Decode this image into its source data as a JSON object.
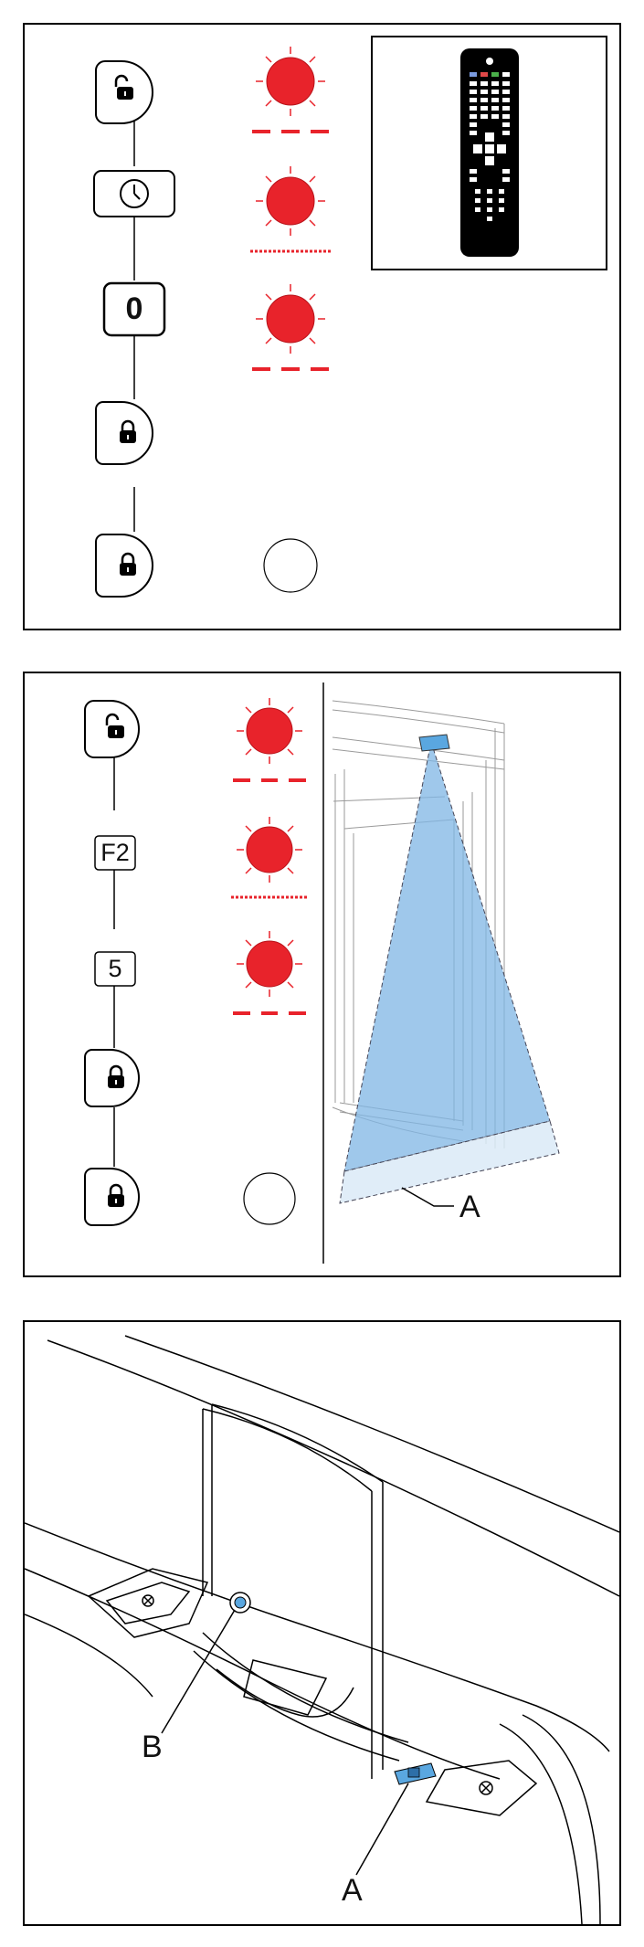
{
  "panel1": {
    "keys": [
      {
        "type": "unlock-icon"
      },
      {
        "type": "clock-icon"
      },
      {
        "type": "text",
        "label": "0"
      },
      {
        "type": "lock-icon"
      },
      {
        "type": "lock-icon"
      }
    ],
    "leds": [
      "flash-long",
      "flash-short",
      "flash-long",
      "none",
      "off"
    ],
    "remote": {
      "icon": "remote-control-icon"
    }
  },
  "panel2": {
    "keys": [
      {
        "type": "unlock-icon"
      },
      {
        "type": "text",
        "label": "F2"
      },
      {
        "type": "text",
        "label": "5"
      },
      {
        "type": "lock-icon"
      },
      {
        "type": "lock-icon"
      }
    ],
    "leds": [
      "flash-long",
      "flash-short",
      "flash-long",
      "none",
      "off"
    ],
    "callout": "A",
    "colors": {
      "beam": "#7fb6e4",
      "floor": "#dbeaf7"
    }
  },
  "panel3": {
    "callouts": [
      "B",
      "A"
    ],
    "colors": {
      "sensor": "#5aa7e0"
    }
  },
  "colors": {
    "led": "#e8232b",
    "line": "#000000"
  }
}
